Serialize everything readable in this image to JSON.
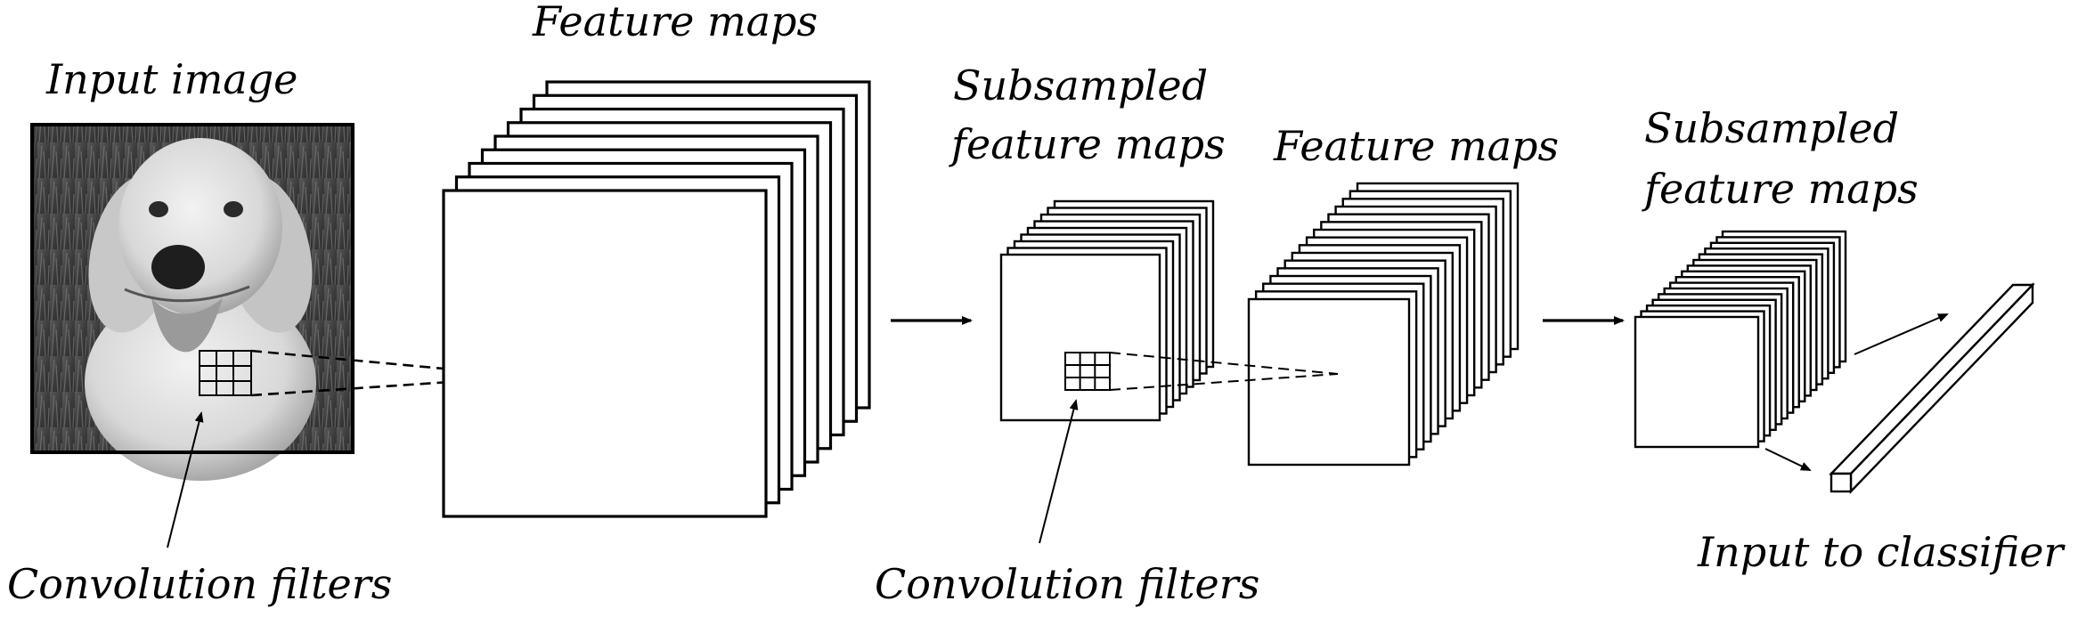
{
  "labels": {
    "input_image": "Input image",
    "feature_maps_1": "Feature maps",
    "subsampled_1_line1": "Subsampled",
    "subsampled_1_line2": "feature maps",
    "feature_maps_2": "Feature maps",
    "subsampled_2_line1": "Subsampled",
    "subsampled_2_line2": "feature maps",
    "conv_filters_1": "Convolution filters",
    "conv_filters_2": "Convolution filters",
    "input_to_classifier": "Input to classifier"
  },
  "stages": {
    "feature_maps_1_count": 9,
    "subsampled_1_count": 9,
    "feature_maps_2_count": 16,
    "subsampled_2_count": 16
  },
  "colors": {
    "stroke": "#000000",
    "fill": "#ffffff"
  }
}
